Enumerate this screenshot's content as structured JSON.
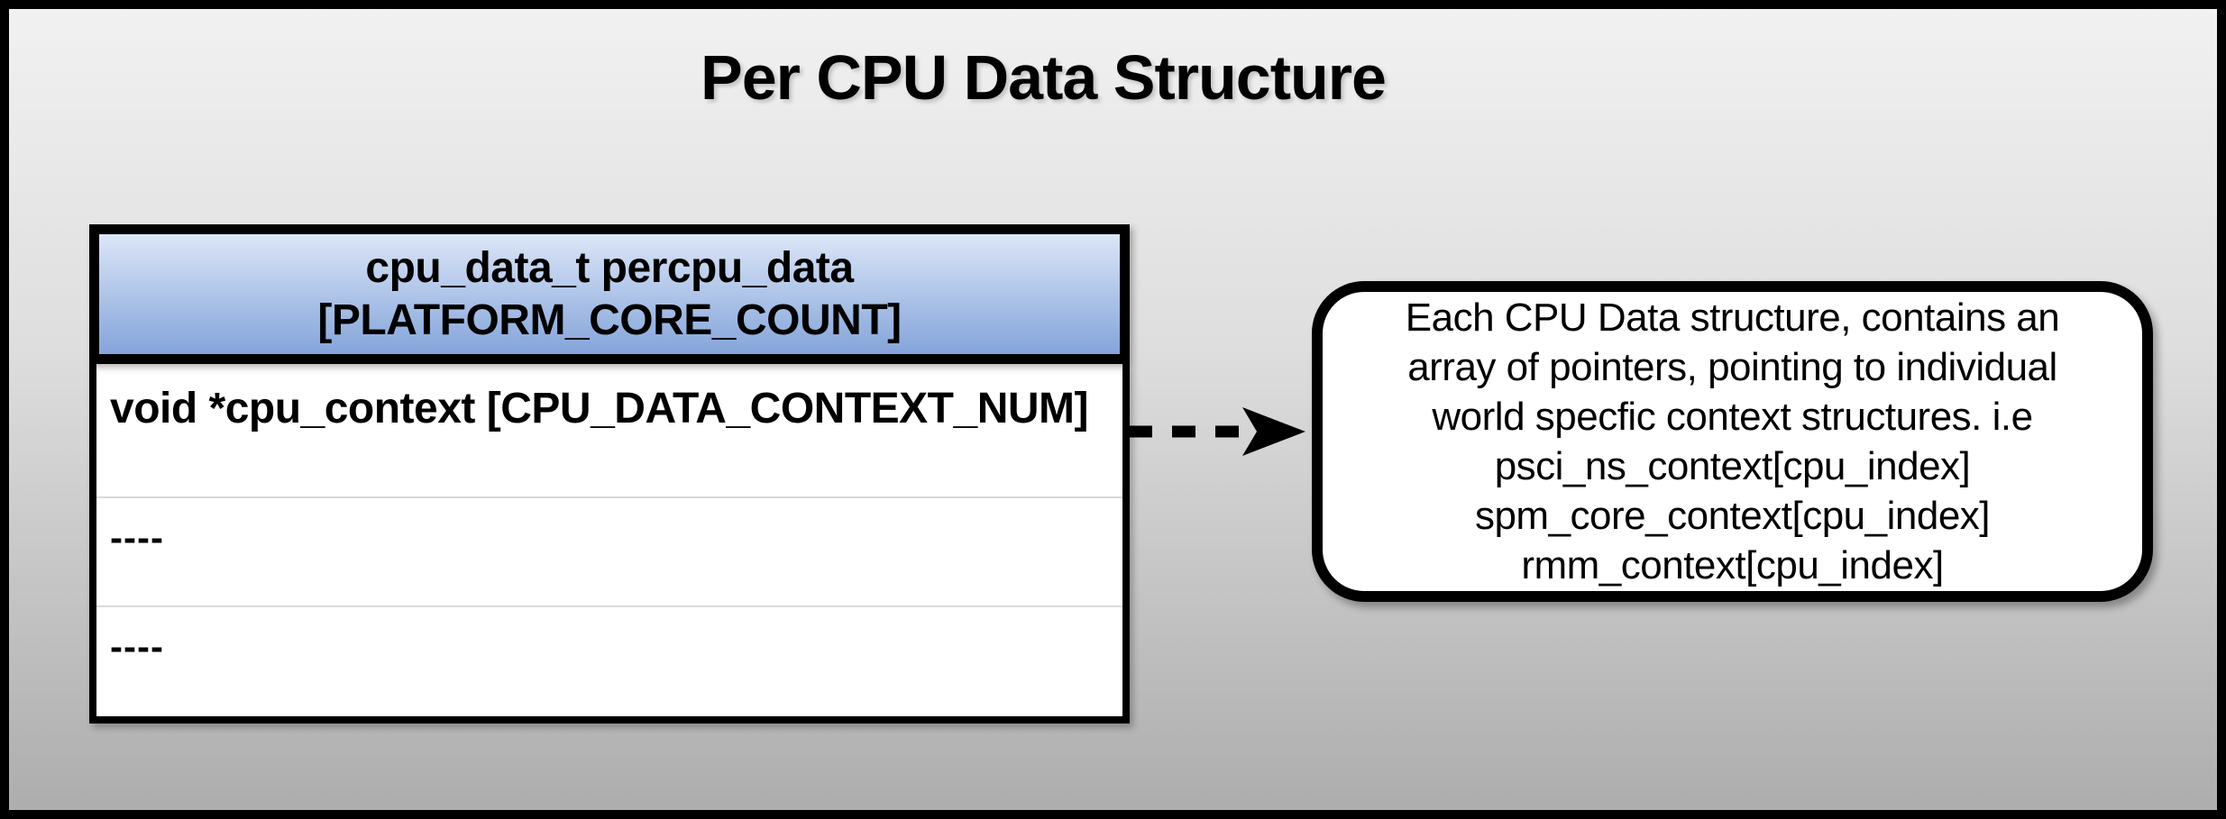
{
  "diagram": {
    "title": "Per CPU Data Structure"
  },
  "struct_table": {
    "header": {
      "line1": "cpu_data_t percpu_data",
      "line2": "[PLATFORM_CORE_COUNT]"
    },
    "rows": [
      {
        "label": "void *cpu_context [CPU_DATA_CONTEXT_NUM]"
      },
      {
        "label": "----"
      },
      {
        "label": "----"
      }
    ]
  },
  "annotation_note": {
    "lines": [
      "Each CPU Data structure, contains an",
      "array of pointers, pointing to individual",
      "world specfic context structures. i.e",
      "psci_ns_context[cpu_index]",
      "spm_core_context[cpu_index]",
      "rmm_context[cpu_index]"
    ]
  },
  "connector": {
    "type": "dashed-arrow",
    "direction": "right"
  },
  "colors": {
    "background_top": "#f1f1f1",
    "background_bottom": "#adadad",
    "header_gradient_top": "#dbe6f7",
    "header_gradient_bottom": "#84a4da",
    "border": "#000000",
    "row_separator": "#d9d9d9",
    "text": "#000000",
    "note_fill": "#ffffff"
  }
}
